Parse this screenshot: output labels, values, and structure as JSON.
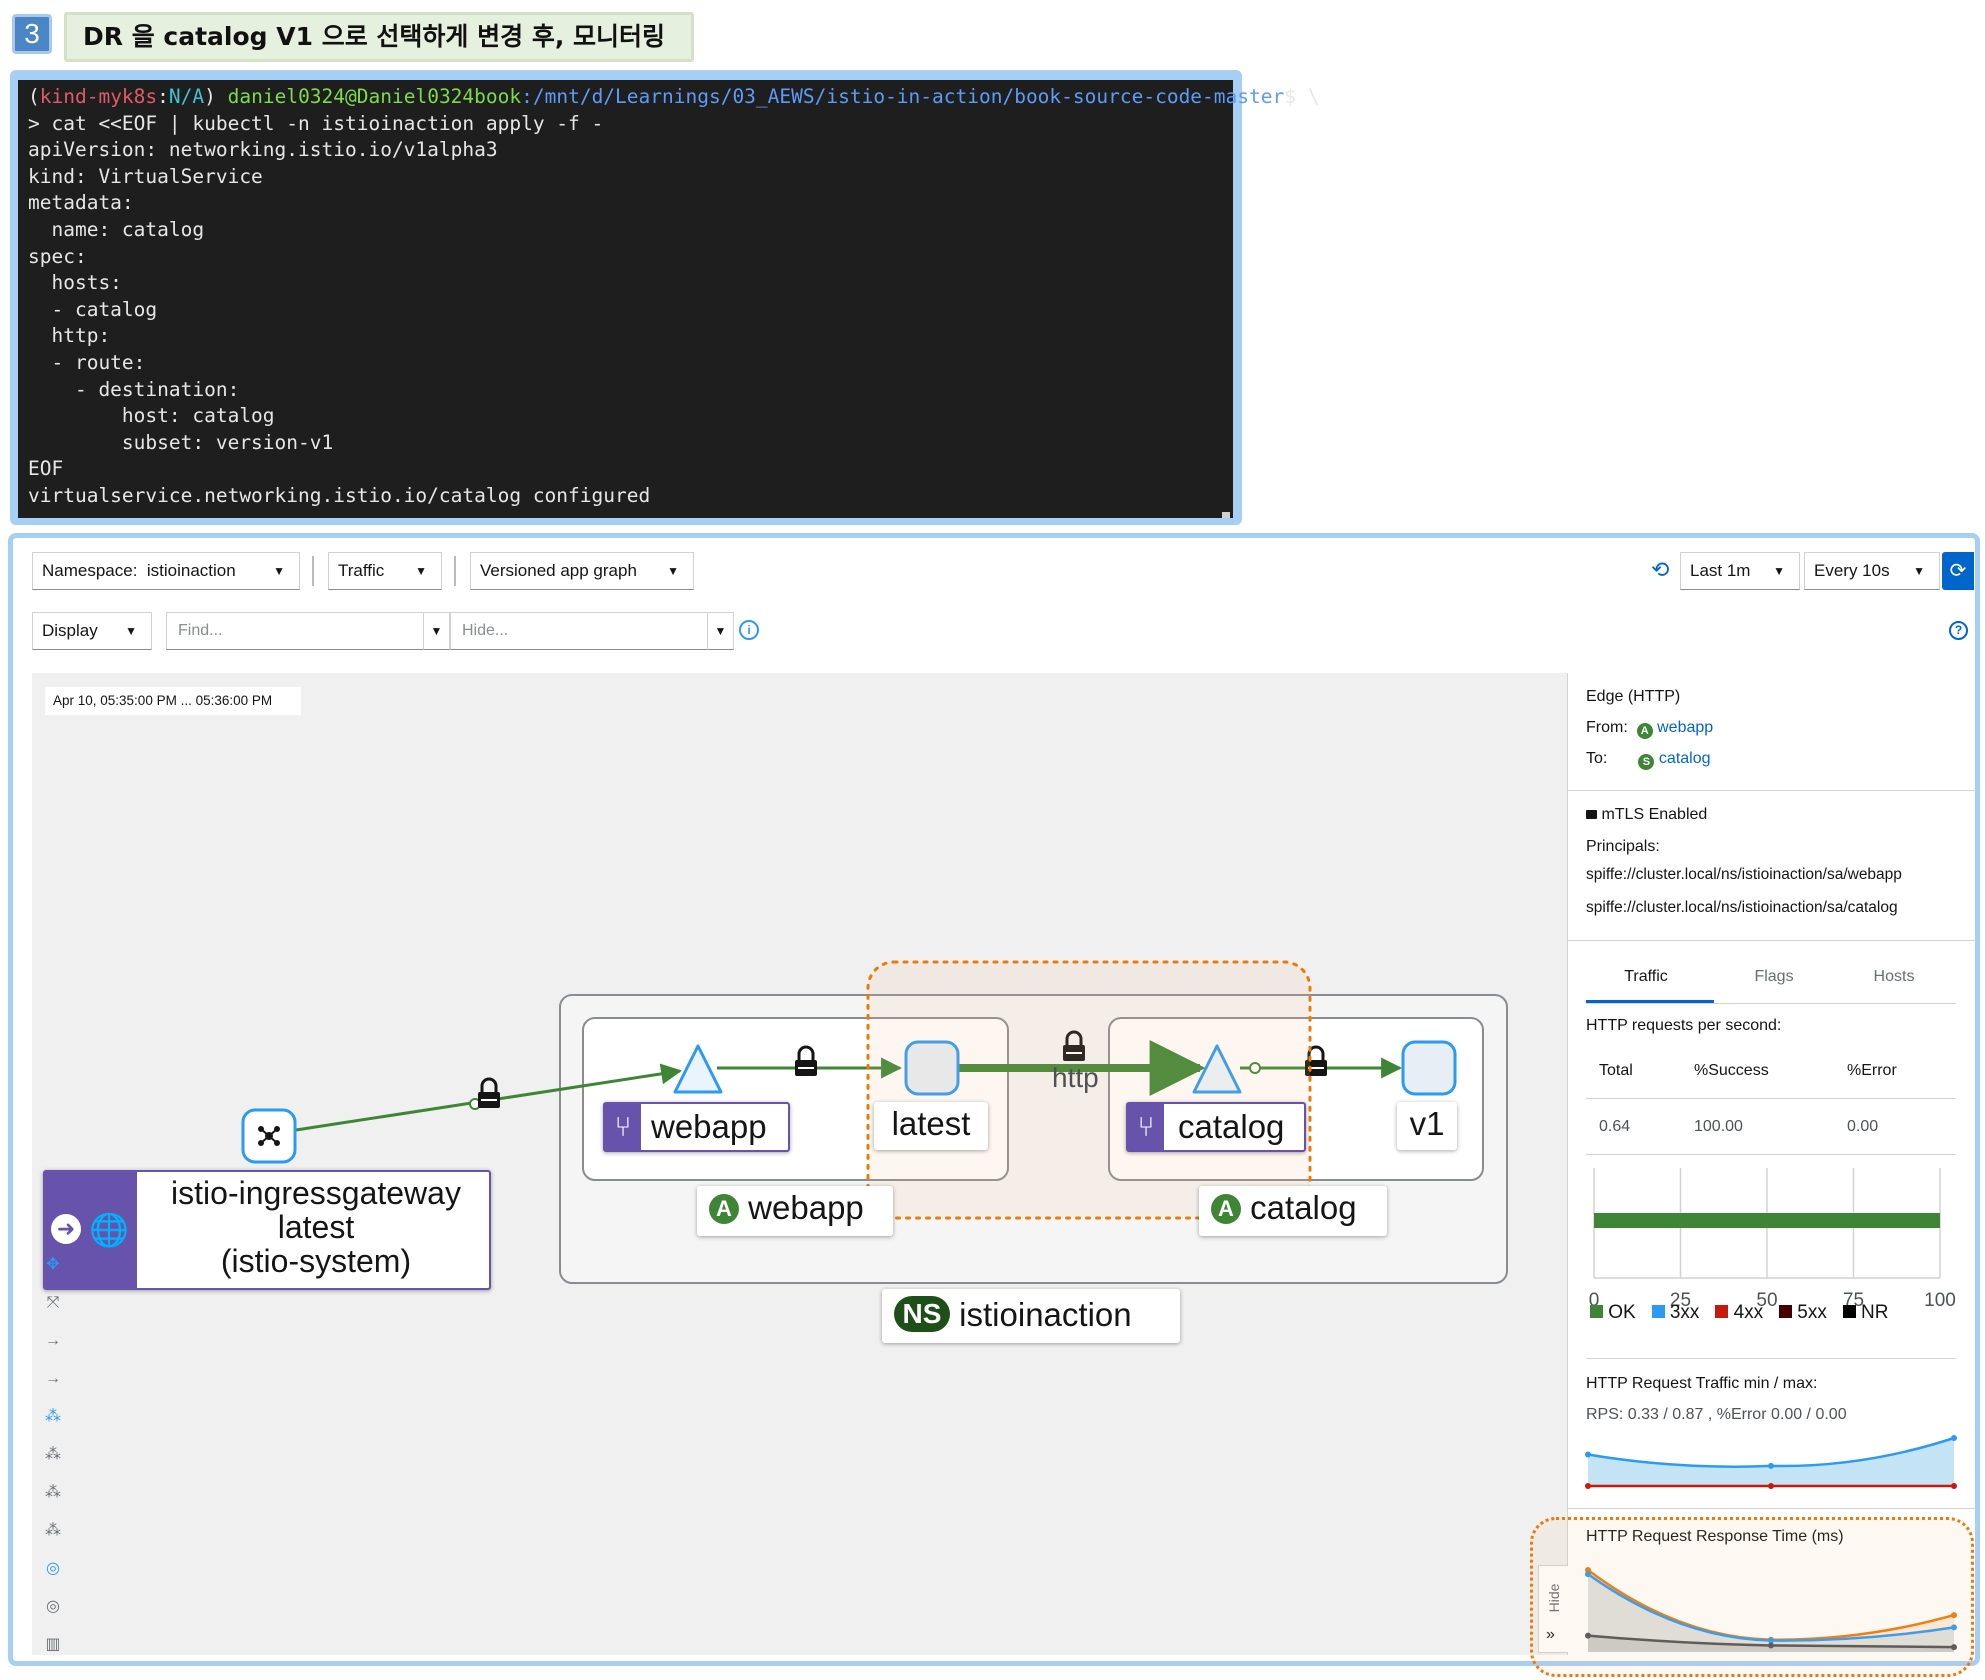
{
  "step": {
    "number": "3",
    "title": "DR 을 catalog V1 으로 선택하게 변경 후, 모니터링"
  },
  "terminal": {
    "prompt": {
      "paren_open": "(",
      "kind": "kind-myk8s",
      "colon": ":",
      "ns": "N/A",
      "paren_close": ") ",
      "user": "daniel0324@Daniel0324book",
      "path": ":/mnt/d/Learnings/03_AEWS/istio-in-action/book-source-code-master",
      "suffix": "$ \\"
    },
    "lines": [
      "> cat <<EOF | kubectl -n istioinaction apply -f -",
      "apiVersion: networking.istio.io/v1alpha3",
      "kind: VirtualService",
      "metadata:",
      "  name: catalog",
      "spec:",
      "  hosts:",
      "  - catalog",
      "  http:",
      "  - route:",
      "    - destination:",
      "        host: catalog",
      "        subset: version-v1",
      "EOF",
      "virtualservice.networking.istio.io/catalog configured"
    ]
  },
  "toolbar": {
    "namespace_label": "Namespace:",
    "namespace_value": "istioinaction",
    "traffic": "Traffic",
    "graph_type": "Versioned app graph",
    "duration": "Last 1m",
    "refresh": "Every 10s",
    "display": "Display",
    "find_placeholder": "Find...",
    "hide_placeholder": "Hide..."
  },
  "graph": {
    "time_range": "Apr 10, 05:35:00 PM ... 05:36:00 PM",
    "nodes": {
      "ingress": [
        "istio-ingressgateway",
        "latest",
        "(istio-system)"
      ],
      "webapp_workload": "webapp",
      "webapp_version": "latest",
      "catalog_workload": "catalog",
      "catalog_version": "v1"
    },
    "app_boxes": {
      "webapp": "webapp",
      "catalog": "catalog",
      "app_badge": "A"
    },
    "namespace_box": {
      "badge": "NS",
      "name": "istioinaction"
    },
    "edge_label": "http"
  },
  "side_panel": {
    "title": "Edge (HTTP)",
    "from_label": "From:",
    "from_value": "webapp",
    "from_badge": "A",
    "to_label": "To:",
    "to_value": "catalog",
    "to_badge": "S",
    "mtls": "mTLS Enabled",
    "principals_label": "Principals:",
    "principals": [
      "spiffe://cluster.local/ns/istioinaction/sa/webapp",
      "spiffe://cluster.local/ns/istioinaction/sa/catalog"
    ],
    "tabs": [
      "Traffic",
      "Flags",
      "Hosts"
    ],
    "rps_title": "HTTP requests per second:",
    "table_headers": [
      "Total",
      "%Success",
      "%Error"
    ],
    "table_values": [
      "0.64",
      "100.00",
      "0.00"
    ],
    "bar_ticks": [
      "0",
      "25",
      "50",
      "75",
      "100"
    ],
    "legend": [
      {
        "label": "OK",
        "color": "#3e8635"
      },
      {
        "label": "3xx",
        "color": "#2b9af3"
      },
      {
        "label": "4xx",
        "color": "#c9190b"
      },
      {
        "label": "5xx",
        "color": "#470000"
      },
      {
        "label": "NR",
        "color": "#000000"
      }
    ],
    "traffic_title": "HTTP Request Traffic min / max:",
    "traffic_stats": "RPS: 0.33 / 0.87 , %Error 0.00 / 0.00",
    "response_title": "HTTP Request Response Time (ms)",
    "hide_tab": "Hide"
  },
  "chart_data": [
    {
      "type": "bar",
      "categories": [
        "OK",
        "3xx",
        "4xx",
        "5xx",
        "NR"
      ],
      "values": [
        100,
        0,
        0,
        0,
        0
      ],
      "xlim": [
        0,
        100
      ],
      "orientation": "horizontal stacked"
    },
    {
      "type": "area",
      "title": "HTTP Request Traffic min / max:",
      "x": [
        0,
        1,
        2
      ],
      "series": [
        {
          "name": "RPS",
          "values": [
            0.55,
            0.33,
            0.87
          ],
          "color": "#2b9af3"
        },
        {
          "name": "%Error",
          "values": [
            0,
            0,
            0
          ],
          "color": "#c9190b"
        }
      ]
    },
    {
      "type": "area",
      "title": "HTTP Request Response Time (ms)",
      "x": [
        0,
        1,
        2
      ],
      "series": [
        {
          "values": [
            100,
            15,
            45
          ],
          "color": "#ec7a08"
        },
        {
          "values": [
            95,
            14,
            30
          ],
          "color": "#2b9af3"
        },
        {
          "values": [
            20,
            8,
            6
          ],
          "color": "#4f5255"
        }
      ]
    }
  ]
}
